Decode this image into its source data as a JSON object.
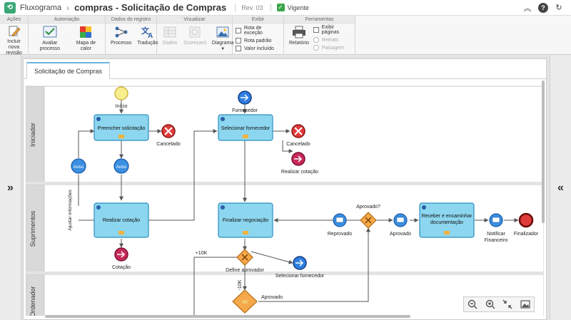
{
  "header": {
    "app_name": "Fluxograma",
    "separator": "›",
    "doc_title": "compras - Solicitação de Compras",
    "revision": "Rev. 03",
    "status": "Vigente"
  },
  "ribbon": {
    "groups": [
      {
        "title": "Ações",
        "buttons": [
          "Incluir nova revisão"
        ]
      },
      {
        "title": "Automação",
        "buttons": [
          "Avaliar processo",
          "Mapa de calor"
        ]
      },
      {
        "title": "Dados do registro",
        "buttons": [
          "Processo",
          "Tradução"
        ]
      },
      {
        "title": "Visualizar",
        "buttons": [
          "Dados",
          "Scorecard",
          "Diagrama"
        ]
      },
      {
        "title": "Exibir",
        "checks": [
          "Rota de exceção",
          "Rota padrão",
          "Valor incluído"
        ]
      },
      {
        "title": "Ferramentas",
        "buttons": [
          "Relatório"
        ],
        "checks": [
          "Exibir páginas",
          "Retrato",
          "Paisagem"
        ]
      }
    ]
  },
  "tab": {
    "label": "Solicitação de Compras"
  },
  "lanes": [
    "Iniciador",
    "Suprimentos",
    "Ordenador"
  ],
  "diagram": {
    "start_label": "Início",
    "task_preencher": "Preencher solicitação",
    "end_cancelado_1": "Cancelado",
    "aviso_1": "Aviso",
    "aviso_2": "Aviso",
    "fornecedor_event": "Fornecedor",
    "task_selecionar": "Selecionar fornecedor",
    "end_cancelado_2": "Cancelado",
    "realizar_cotacao_event": "Realizar cotação",
    "task_realizar": "Realizar cotação",
    "ajustar_label": "Ajustar informações",
    "cotacao_event": "Cotação",
    "task_finalizar": "Finalizar negociação",
    "gateway_aprovado": "Aprovado?",
    "reprovado": "Reprovado",
    "aprovado_event": "Aprovado",
    "task_receber_1": "Receber e encaminhar",
    "task_receber_2": "documentação",
    "notificar_1": "Notificar",
    "notificar_2": "Financeiro",
    "finalizador": "Finalizador",
    "plus10k": "+10K",
    "minus10k": "-10K",
    "define_aprovador": "Define aprovador",
    "selecionar_fornecedor_event": "Selecionar fornecedor",
    "aprovado_bottom": "Aprovado"
  },
  "zoom": [
    "zoom-out-icon",
    "zoom-in-icon",
    "fit-icon",
    "image-icon"
  ]
}
